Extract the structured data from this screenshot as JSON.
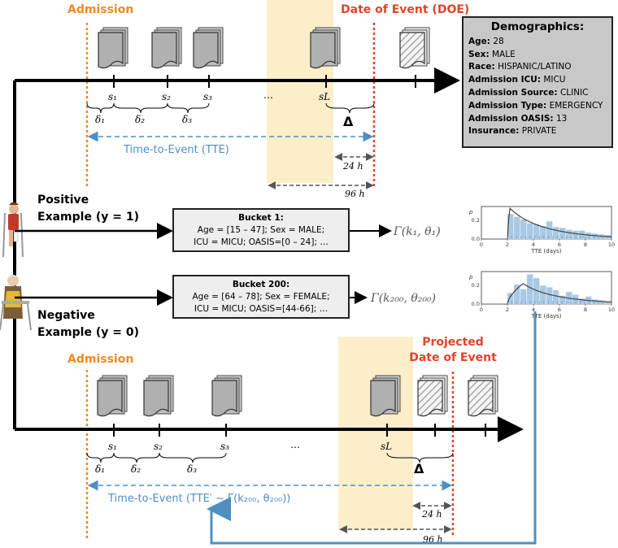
{
  "top": {
    "admission": "Admission",
    "doe": "Date of Event (DOE)",
    "s_labels": [
      "s₁",
      "s₂",
      "s₃",
      "…",
      "sL"
    ],
    "delta_labels": [
      "δ₁",
      "δ₂",
      "δ₃"
    ],
    "big_delta": "Δ",
    "tte": "Time-to-Event (TTE)",
    "h24": "24 h",
    "h96": "96 h"
  },
  "demographics": {
    "title": "Demographics:",
    "rows": [
      {
        "key": "Age:",
        "val": "28"
      },
      {
        "key": "Sex:",
        "val": "MALE"
      },
      {
        "key": "Race:",
        "val": "HISPANIC/LATINO"
      },
      {
        "key": "Admission ICU:",
        "val": "MICU"
      },
      {
        "key": "Admission Source:",
        "val": "CLINIC"
      },
      {
        "key": "Admission Type:",
        "val": "EMERGENCY"
      },
      {
        "key": "Admission OASIS:",
        "val": "13"
      },
      {
        "key": "Insurance:",
        "val": "PRIVATE"
      }
    ]
  },
  "positive": {
    "line1": "Positive",
    "line2": "Example (y = 1)",
    "bucket_title": "Bucket 1:",
    "bucket_line1": "Age = [15 – 47]; Sex = MALE;",
    "bucket_line2": "ICU = MICU; OASIS=[0 – 24]; …",
    "gamma": "Γ(k₁, θ₁)"
  },
  "negative": {
    "line1": "Negative",
    "line2": "Example (y = 0)",
    "bucket_title": "Bucket 200:",
    "bucket_line1": "Age = [64 – 78]; Sex = FEMALE;",
    "bucket_line2": "ICU = MICU; OASIS=[44-66]; …",
    "gamma": "Γ(k₂₀₀, θ₂₀₀)"
  },
  "bottom": {
    "admission": "Admission",
    "projected1": "Projected",
    "projected2": "Date of Event",
    "s_labels": [
      "s₁",
      "s₂",
      "s₃",
      "…",
      "sL"
    ],
    "delta_labels": [
      "δ₁",
      "δ₂",
      "δ₃"
    ],
    "big_delta": "Δ",
    "tte": "Time-to-Event (TTE′ ~ Γ(k₂₀₀, θ₂₀₀))",
    "h24": "24 h",
    "h96": "96 h"
  },
  "chart_data": [
    {
      "type": "bar",
      "xlabel": "TTE (days)",
      "ylabel": "p",
      "xlim": [
        0,
        10
      ],
      "ylim": [
        0,
        0.35
      ],
      "xticks": [
        "0",
        "2",
        "4",
        "6",
        "8",
        "10"
      ],
      "yticks": [
        "0.0",
        "0.2"
      ],
      "bin_edges": [
        2.0,
        2.5,
        3.0,
        3.5,
        4.0,
        4.5,
        5.0,
        5.5,
        6.0,
        6.5,
        7.0,
        7.5,
        8.0,
        8.5,
        9.0,
        9.5,
        10.0
      ],
      "values": [
        0.27,
        0.24,
        0.21,
        0.17,
        0.16,
        0.14,
        0.19,
        0.13,
        0.12,
        0.1,
        0.09,
        0.09,
        0.07,
        0.06,
        0.05,
        0.04
      ],
      "curve_peak": [
        2.2,
        0.33
      ]
    },
    {
      "type": "bar",
      "xlabel": "TTE (days)",
      "ylabel": "p",
      "xlim": [
        0,
        10
      ],
      "ylim": [
        0,
        0.35
      ],
      "xticks": [
        "0",
        "2",
        "4",
        "6",
        "8",
        "10"
      ],
      "yticks": [
        "0.0",
        "0.2"
      ],
      "bin_edges": [
        2.0,
        2.5,
        3.0,
        3.5,
        4.0,
        4.5,
        5.0,
        5.5,
        6.0,
        6.5,
        7.0,
        7.5,
        8.0,
        8.5,
        9.0,
        9.5,
        10.0
      ],
      "values": [
        0.12,
        0.21,
        0.16,
        0.32,
        0.28,
        0.2,
        0.18,
        0.15,
        0.09,
        0.13,
        0.1,
        0.06,
        0.08,
        0.05,
        0.04,
        0.03
      ],
      "curve_peak": [
        3.2,
        0.22
      ]
    }
  ]
}
